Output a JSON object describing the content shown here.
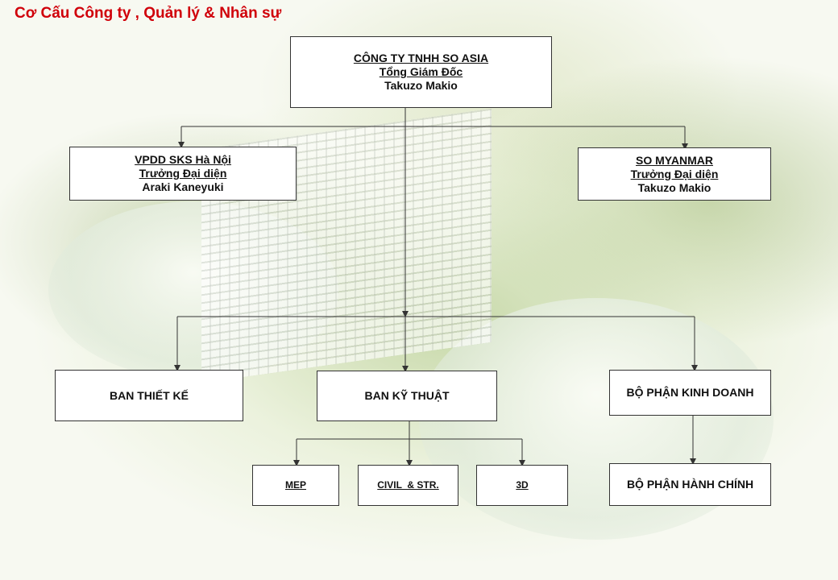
{
  "page": {
    "title": "Cơ Cấu Công ty , Quản lý & Nhân sự"
  },
  "nodes": {
    "top": {
      "company": "CÔNG TY TNHH SO ASIA",
      "role": "Tổng Giám Đốc",
      "person": "Takuzo Makio"
    },
    "hanoi": {
      "office": "VPDD SKS Hà Nội",
      "role": "Trưởng Đại diện",
      "person": "Araki Kaneyuki"
    },
    "myanmar": {
      "office": "SO MYANMAR",
      "role": "Trưởng Đại diện",
      "person": "Takuzo Makio"
    },
    "design": "BAN THIẾT KẾ",
    "technical": "BAN KỸ THUẬT",
    "sales": "BỘ PHẬN KINH DOANH",
    "admin": "BỘ PHẬN HÀNH CHÍNH",
    "mep": "MEP",
    "civil": "CIVIL  & STR.",
    "threed": "3D"
  },
  "colors": {
    "title": "#d0000a",
    "box_border": "#333333",
    "connector": "#333333"
  }
}
